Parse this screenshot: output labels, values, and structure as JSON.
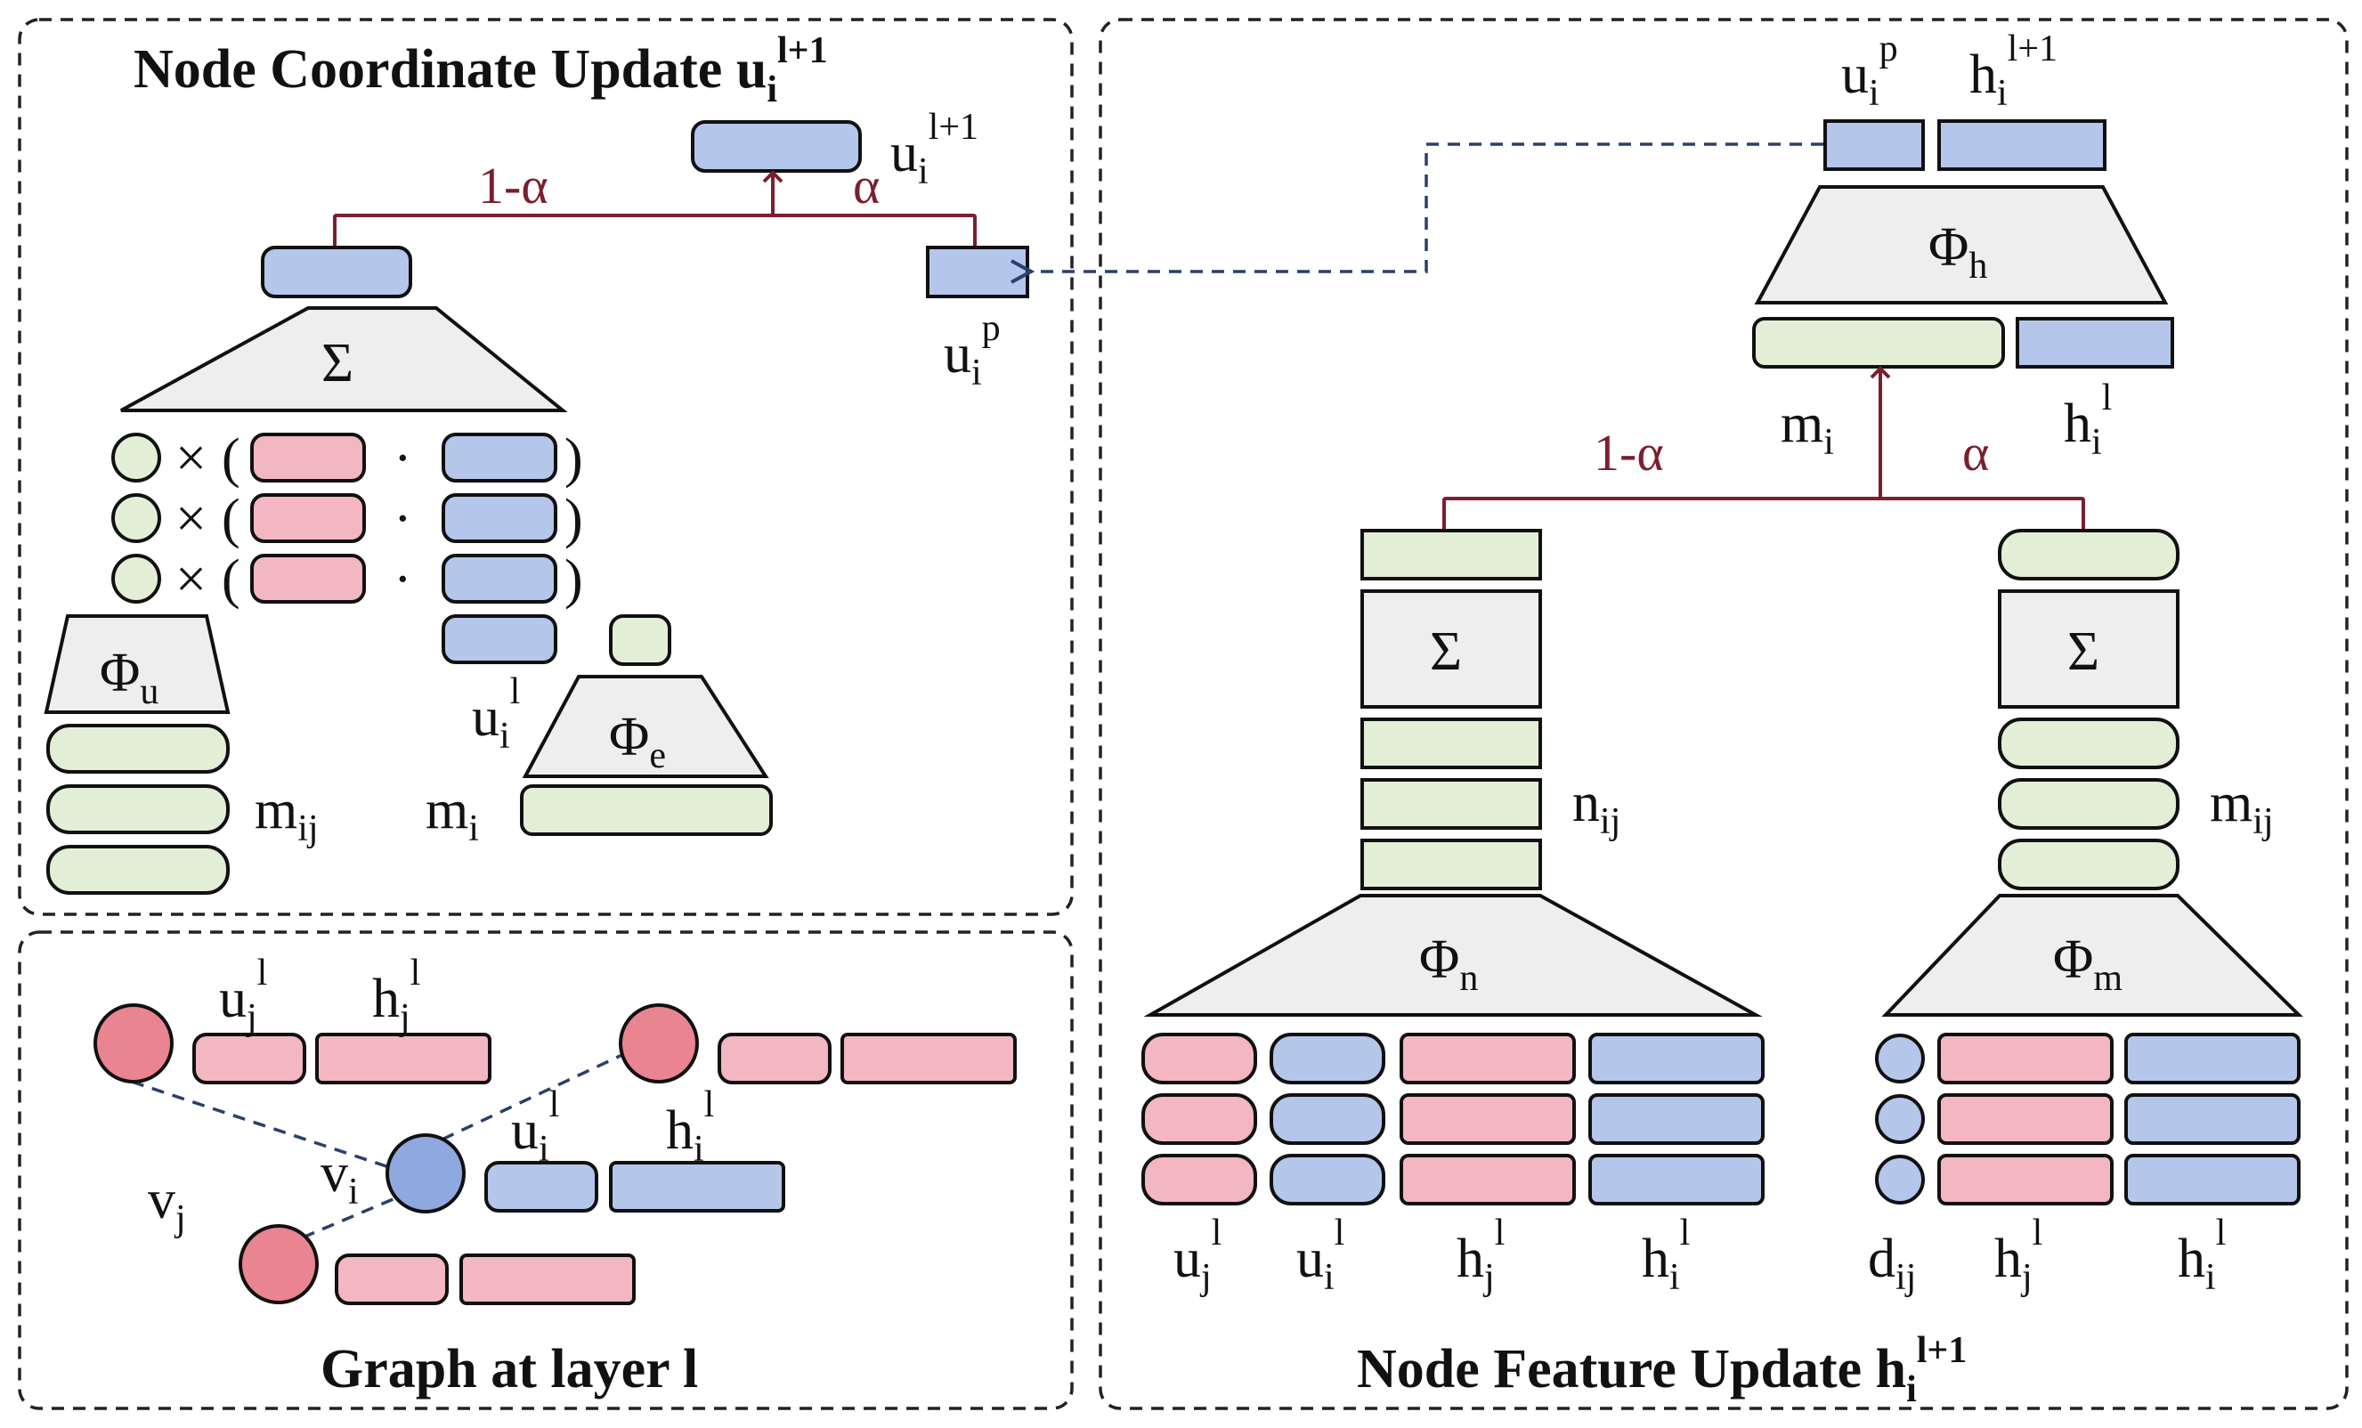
{
  "colors": {
    "pink": "#f2b7c0",
    "blue": "#b4c6ea",
    "green": "#e2efd6",
    "gray": "#eeeeee",
    "node_pink": "#e98590",
    "node_blue": "#8fa8e0",
    "alpha_red": "#7a1f2e",
    "dash_blue": "#2b3f6b"
  },
  "panels": {
    "coord": {
      "title_main": "Node Coordinate Update u",
      "title_sub": "i",
      "title_sup": "l+1"
    },
    "graph": {
      "title": "Graph at layer l"
    },
    "feature": {
      "title_main": "Node Feature Update h",
      "title_sub": "i",
      "title_sup": "l+1"
    }
  },
  "labels": {
    "one_minus_alpha": "1-α",
    "alpha": "α",
    "sigma": "Σ",
    "times": "×",
    "open_paren": "(",
    "close_paren": ")",
    "dot": "·",
    "phi": "Φ",
    "phi_u_sub": "u",
    "phi_e_sub": "e",
    "phi_h_sub": "h",
    "phi_n_sub": "n",
    "phi_m_sub": "m",
    "u": "u",
    "h": "h",
    "m": "m",
    "n": "n",
    "d": "d",
    "v": "v",
    "i": "i",
    "j": "j",
    "ij": "ij",
    "l": "l",
    "l_plus_1": "l+1",
    "p": "p"
  }
}
